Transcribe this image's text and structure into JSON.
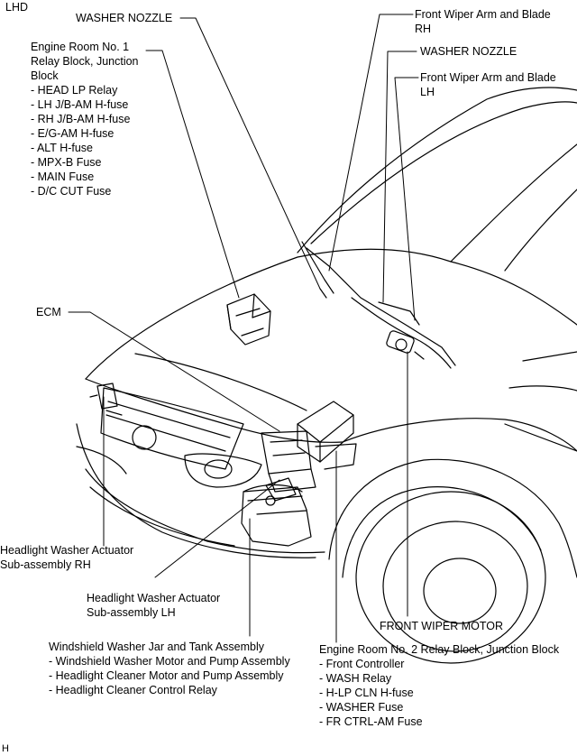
{
  "page": {
    "tag": "LHD",
    "footer": "H"
  },
  "labels": {
    "washer_nozzle_rh": "WASHER NOZZLE",
    "wiper_arm_rh": [
      "Front Wiper Arm and Blade",
      "RH"
    ],
    "washer_nozzle_lh": "WASHER NOZZLE",
    "wiper_arm_lh": [
      "Front Wiper Arm and Blade",
      "LH"
    ],
    "relay_block_1": {
      "title": [
        "Engine Room No. 1",
        "Relay Block, Junction",
        "Block"
      ],
      "items": [
        "- HEAD LP Relay",
        "- LH J/B-AM H-fuse",
        "- RH J/B-AM H-fuse",
        "- E/G-AM H-fuse",
        "- ALT H-fuse",
        "- MPX-B Fuse",
        "- MAIN Fuse",
        "- D/C CUT Fuse"
      ]
    },
    "ecm": "ECM",
    "headlight_actuator_rh": [
      "Headlight Washer Actuator",
      "Sub-assembly RH"
    ],
    "headlight_actuator_lh": [
      "Headlight Washer Actuator",
      "Sub-assembly LH"
    ],
    "front_wiper_motor": "FRONT WIPER MOTOR",
    "washer_jar": {
      "title": "Windshield Washer Jar and Tank Assembly",
      "items": [
        "- Windshield Washer Motor and Pump Assembly",
        "- Headlight Cleaner Motor and Pump Assembly",
        "- Headlight Cleaner Control Relay"
      ]
    },
    "relay_block_2": {
      "title": "Engine Room No. 2 Relay Block, Junction Block",
      "items": [
        "- Front Controller",
        "- WASH Relay",
        "- H-LP CLN H-fuse",
        "- WASHER Fuse",
        "- FR CTRL-AM Fuse"
      ]
    }
  }
}
